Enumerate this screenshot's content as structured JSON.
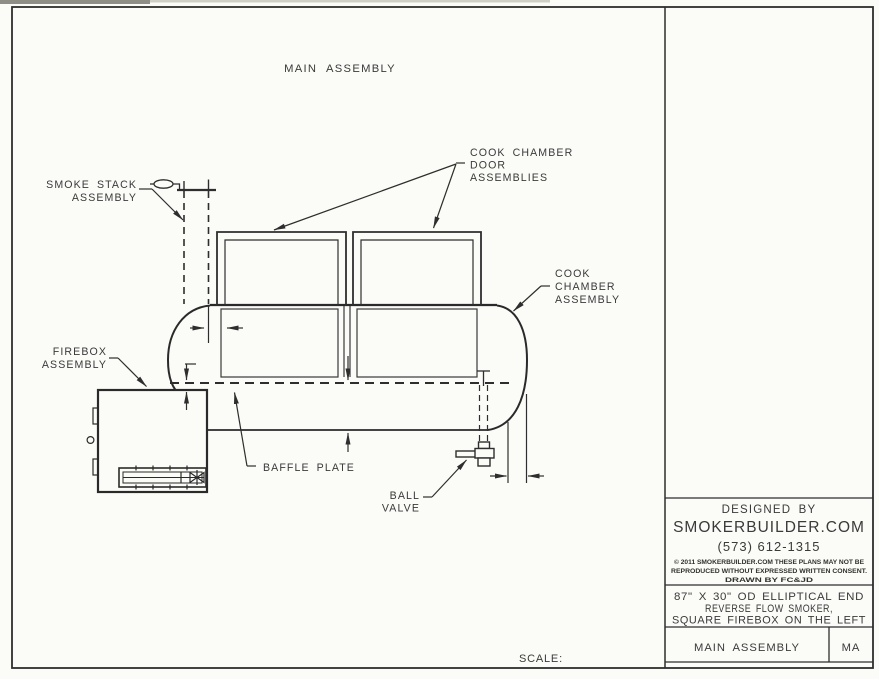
{
  "sheet": {
    "view_title": "MAIN ASSEMBLY",
    "scale_label": "SCALE:"
  },
  "callouts": {
    "smoke_stack": {
      "line1": "SMOKE STACK",
      "line2": "ASSEMBLY"
    },
    "cook_chamber_doors": {
      "line1": "COOK CHAMBER",
      "line2": "DOOR",
      "line3": "ASSEMBLIES"
    },
    "cook_chamber": {
      "line1": "COOK",
      "line2": "CHAMBER",
      "line3": "ASSEMBLY"
    },
    "firebox": {
      "line1": "FIREBOX",
      "line2": "ASSEMBLY"
    },
    "baffle_plate": {
      "line1": "BAFFLE PLATE"
    },
    "ball_valve": {
      "line1": "BALL",
      "line2": "VALVE"
    }
  },
  "title_block": {
    "designed_by": "DESIGNED BY",
    "company": "SMOKERBUILDER.COM",
    "phone": "(573) 612-1315",
    "copyright_line1": "© 2011 SMOKERBUILDER.COM THESE PLANS MAY NOT BE",
    "copyright_line2": "REPRODUCED WITHOUT EXPRESSED WRITTEN CONSENT.",
    "drawn_by": "DRAWN BY FC&JD",
    "description_line1": "87\" X 30\" OD ELLIPTICAL END",
    "description_line2": "REVERSE FLOW SMOKER,",
    "description_line3": "SQUARE FIREBOX ON THE LEFT",
    "sheet_name": "MAIN ASSEMBLY",
    "sheet_code": "MA"
  },
  "colors": {
    "line": "#2e2e2e",
    "background": "#fbfbf8"
  }
}
